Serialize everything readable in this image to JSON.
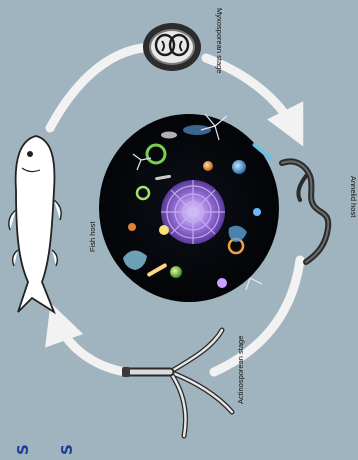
{
  "diagram": {
    "labels": {
      "myxosporean": "Myxosporean stage",
      "annelid": "Annelid host",
      "actinosporean": "Actinosporean stage",
      "fish": "Fish host"
    },
    "edge_glyphs": [
      "S",
      "S"
    ],
    "colors": {
      "background": "#9fb4be",
      "arrow": "#f2f2f2",
      "edge_text": "#1d3f9b",
      "plankton_bg": "#06070a",
      "radiolarian": "#8a63c9"
    },
    "center_image": "plankton-micrograph",
    "icons": [
      "myxospore-icon",
      "annelid-worm-icon",
      "actinospore-icon",
      "fish-icon"
    ]
  }
}
